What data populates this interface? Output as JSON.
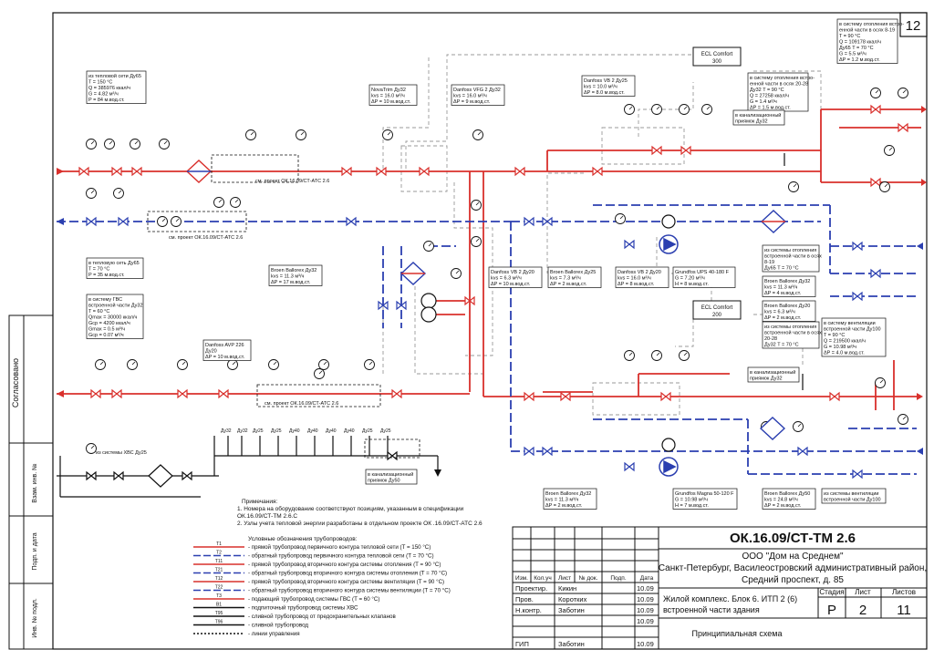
{
  "sheet": {
    "number_top": "12",
    "side_labels": [
      "Согласовано",
      "Взам. инв. №",
      "Подп. и дата",
      "Инв. № подл."
    ]
  },
  "heating_inputs": {
    "supply": [
      "из тепловой сети Ду65",
      "T = 150 °C",
      "Q = 385976 ккал/ч",
      "G = 4.82 м³/ч",
      "P = 84 м.вод.ст."
    ],
    "return": [
      "в тепловую сеть Ду65",
      "T = 70 °C",
      "P = 35 м.вод.ст."
    ],
    "dhw_supply": [
      "в систему ГВС",
      "встроенной части Ду32",
      "T = 60 °C",
      "Qmax = 30000 ккал/ч",
      "Gср = 4200 ккал/ч",
      "Gmax = 0.5 м³/ч",
      "Gср = 0.07 м³/ч"
    ],
    "cold_water": "из системы ХВС Ду25"
  },
  "devices": {
    "novatrim": [
      "NovaTrim Ду32",
      "kvs = 16.0 м³/ч",
      "ΔP = 10 м.вод.ст."
    ],
    "vfg": [
      "Danfoss VFG 2 Ду32",
      "kvs = 16.0 м³/ч",
      "ΔP = 9 м.вод.ст."
    ],
    "vb2_25": [
      "Danfoss VB 2 Ду25",
      "kvs = 10.0 м³/ч",
      "ΔP = 8.0 м.вод.ст."
    ],
    "ecl300": [
      "ECL Comfort",
      "300"
    ],
    "ecl200": [
      "ECL Comfort",
      "200"
    ],
    "brazed_32": [
      "Broen Ballorex Ду32",
      "kvs = 11.3 м³/ч",
      "ΔP = 17 м.вод.ст."
    ],
    "vb2_20": [
      "Danfoss VB 2 Ду20",
      "kvs = 6.3 м³/ч",
      "ΔP = 10 м.вод.ст."
    ],
    "ballorex_25": [
      "Broen Ballorex Ду25",
      "kvs = 7.3 м³/ч",
      "ΔP = 2 м.вод.ст."
    ],
    "vb2_20b": [
      "Danfoss VB 2 Ду20",
      "kvs = 16.0 м³/ч",
      "ΔP = 8 м.вод.ст."
    ],
    "grundfos_ups": [
      "Grundfos UPS 40-180 F",
      "G = 7.20 м³/ч",
      "H = 8 м.вод.ст."
    ],
    "avp": [
      "Danfoss AVP 226",
      "Ду20",
      "ΔP = 10 м.вод.ст."
    ],
    "ballorex_32b": [
      "Broen Ballorex Ду32",
      "kvs = 11.3 м³/ч",
      "ΔP = 2 м.вод.ст."
    ],
    "magna": [
      "Grundfos Magna 50-120 F",
      "G = 10.98 м³/ч",
      "H = 7 м.вод.ст."
    ],
    "ballorex_50": [
      "Broen Ballorex Ду50",
      "kvs = 24.8 м³/ч",
      "ΔP = 2 м.вод.ст."
    ],
    "ballorex_32r": [
      "Broen Ballorex Ду32",
      "kvs = 11.3 м³/ч",
      "ΔP = 4 м.вод.ст."
    ],
    "ballorex_20r": [
      "Broen Ballorex Ду20",
      "kvs = 6.3 м³/ч",
      "ΔP = 2 м.вод.ст."
    ]
  },
  "right_side": {
    "heating_supply": [
      "в систему отопления встро-",
      "енной части в осях 8-19",
      "T = 90 °C",
      "Q = 109178 ккал/ч",
      "Ду65 T = 70 °C",
      "G = 5.5 м³/ч",
      "ΔP = 1.2 м.вод.ст."
    ],
    "heating_supply2": [
      "в систему отопления встро-",
      "енной части в осях 20-28",
      "Ду32 T = 90 °C",
      "Q = 27258 ккал/ч",
      "G = 1.4 м³/ч",
      "ΔP = 1.5 м.вод.ст."
    ],
    "heating_return": [
      "из системы отопления",
      "встроенной части в осях",
      "8-19",
      "Ду65 T = 70 °C"
    ],
    "heating_return2": [
      "из системы отопления",
      "встроенной части в осях",
      "20-28",
      "Ду32 T = 70 °C"
    ],
    "vent_supply": [
      "в систему вентиляции",
      "встроенной части Ду100",
      "T = 90 °C",
      "Q = 219500 ккал/ч",
      "G = 10.98 м³/ч",
      "ΔP = 4.0 м.вод.ст."
    ],
    "vent_return": [
      "из системы вентиляции",
      "встроенной части Ду100"
    ],
    "sewer1": [
      "в канализационный",
      "приямок Ду32"
    ],
    "sewer2": [
      "в канализационный",
      "приямок Ду32"
    ],
    "sewer3": [
      "в канализационный",
      "приямок Ду50"
    ]
  },
  "meter_notes": {
    "m1": "см. проект ОК.16.09/СТ-АТС 2.6",
    "m2": "см. проект ОК.16.09/СТ-АТС 2.6",
    "m3": "см. проект ОК.16.09/СТ-АТС 2.6"
  },
  "pipe_sizes": [
    "Ду32",
    "Ду32",
    "Ду25",
    "Ду25",
    "Ду40",
    "Ду40",
    "Ду40",
    "Ду40",
    "Ду25",
    "Ду25"
  ],
  "notes": {
    "title": "Примечания:",
    "lines": [
      "1. Номера на оборудование соответствуют позициям, указанным в спецификации",
      "ОК.16.09/СТ-ТМ 2.6.С",
      "2. Узлы учета тепловой энергии разработаны в отдельном проекте ОК .16.09/СТ-АТС 2.6"
    ]
  },
  "legend": {
    "title": "Условные обозначения трубопроводов:",
    "items": [
      {
        "code": "T1",
        "color": "#d9302c",
        "style": "solid",
        "text": "- прямой трубопровод первичного контура тепловой сети (T = 150 °C)"
      },
      {
        "code": "T2",
        "color": "#2b3fb0",
        "style": "dash",
        "text": "- обратный трубопровод первичного контура тепловой сети (T = 70 °C)"
      },
      {
        "code": "T11",
        "color": "#d9302c",
        "style": "solid",
        "text": "- прямой трубопровод вторичного контура системы отопления (T = 90 °C)"
      },
      {
        "code": "T21",
        "color": "#2b3fb0",
        "style": "dash",
        "text": "- обратный трубопровод вторичного контура системы отопления (T = 70 °C)"
      },
      {
        "code": "T12",
        "color": "#d9302c",
        "style": "solid",
        "text": "- прямой трубопровод вторичного контура системы вентиляции (T = 90 °C)"
      },
      {
        "code": "T22",
        "color": "#2b3fb0",
        "style": "dash",
        "text": "- обратный трубопровод вторичного контура системы вентиляции (T = 70 °C)"
      },
      {
        "code": "T3",
        "color": "#d9302c",
        "style": "solid",
        "text": "- подающий трубопровод системы ГВС (T = 60 °C)"
      },
      {
        "code": "B1",
        "color": "#111111",
        "style": "solid",
        "text": "- подпиточный трубопровод системы ХВС"
      },
      {
        "code": "T95",
        "color": "#111111",
        "style": "solid",
        "text": "- сливной трубопровод от предохранительных клапанов"
      },
      {
        "code": "T96",
        "color": "#111111",
        "style": "solid",
        "text": "- сливной трубопровод"
      },
      {
        "code": "",
        "color": "#111111",
        "style": "dot",
        "text": "- линии управления"
      }
    ]
  },
  "title_block": {
    "code": "ОК.16.09/СТ-ТМ 2.6",
    "org": "ООО \"Дом на Среднем\"",
    "address1": "Санкт-Петербург, Василеостровский административный район,",
    "address2": "Средний проспект, д. 85",
    "object": "Жилой комплекс. Блок 6. ИТП 2 (6)",
    "object2": "встроенной части здания",
    "sheet_name": "Принципиальная схема",
    "col_headers": [
      "Изм.",
      "Кол.уч",
      "Лист",
      "№ док.",
      "Подп.",
      "Дата"
    ],
    "rows": [
      {
        "role": "Проектир.",
        "name": "Кикин",
        "date": "10.09"
      },
      {
        "role": "Пров.",
        "name": "Коротких",
        "date": "10.09"
      },
      {
        "role": "Н.контр.",
        "name": "Заботин",
        "date": "10.09"
      },
      {
        "role": "",
        "name": "",
        "date": "10.09"
      },
      {
        "role": "ГИП",
        "name": "Заботин",
        "date": "10.09"
      }
    ],
    "stage_headers": [
      "Стадия",
      "Лист",
      "Листов"
    ],
    "stage": "Р",
    "sheet": "2",
    "sheets": "11"
  }
}
